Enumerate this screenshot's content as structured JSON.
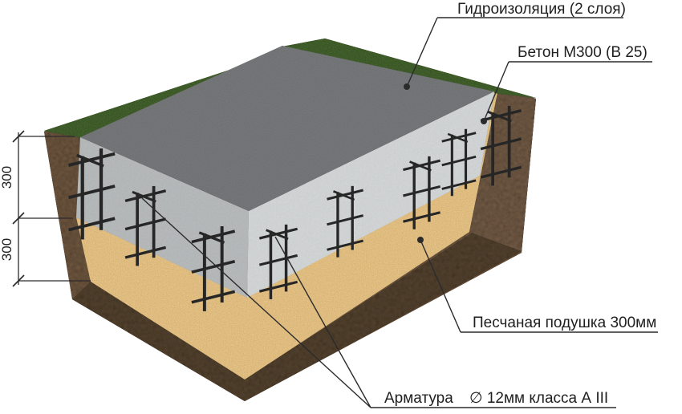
{
  "diagram": {
    "labels": {
      "waterproofing": "Гидроизоляция (2 слоя)",
      "concrete": "Бетон М300 (В 25)",
      "sand_cushion": "Песчаная подушка 300мм",
      "rebar_name": "Арматура",
      "rebar_spec": "∅ 12мм класса А III"
    },
    "dimensions": {
      "upper": "300",
      "lower": "300"
    }
  },
  "colors": {
    "background": "#ffffff",
    "soil": "#66503a",
    "soil_dark": "#4e3d2b",
    "soil_wall": "#6a5440",
    "sand": "#ddba7e",
    "grass": "#41602b",
    "concrete_top": "#6f7173",
    "concrete_left": "#b2b5b6",
    "concrete_right": "#cdd0d1",
    "rebar": "#262626",
    "line": "#2b2b2b",
    "text": "#1f1f1f"
  }
}
